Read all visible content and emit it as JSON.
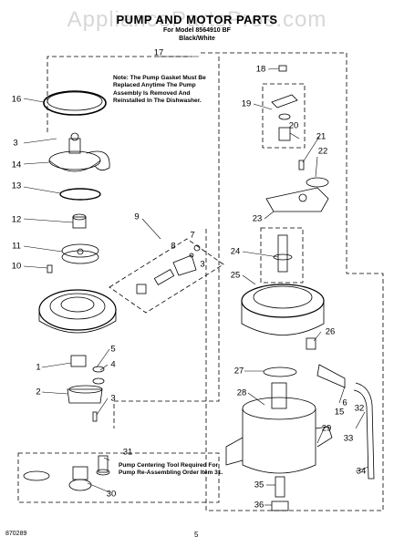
{
  "header": {
    "watermark": "AppliancePartsPros.com",
    "title": "PUMP AND MOTOR PARTS",
    "subtitle": "For Model 8564910 BF",
    "color": "Black/White"
  },
  "notes": {
    "gasket": "Note: The Pump Gasket Must Be Replaced Anytime The Pump Assembly Is Removed And Reinstalled In The Dishwasher.",
    "tool": "Pump Centering Tool Required For Pump Re-Assembling Order Item 31."
  },
  "callouts": {
    "c1": "1",
    "c2": "2",
    "c3a": "3",
    "c3b": "3",
    "c3c": "3",
    "c4": "4",
    "c5": "5",
    "c6": "6",
    "c7": "7",
    "c8": "8",
    "c9": "9",
    "c10": "10",
    "c11": "11",
    "c12": "12",
    "c13": "13",
    "c14": "14",
    "c15": "15",
    "c16": "16",
    "c17": "17",
    "c18": "18",
    "c19": "19",
    "c20": "20",
    "c21": "21",
    "c22": "22",
    "c23": "23",
    "c24": "24",
    "c25": "25",
    "c26": "26",
    "c27": "27",
    "c28": "28",
    "c29": "29",
    "c30": "30",
    "c31": "31",
    "c32": "32",
    "c33": "33",
    "c34": "34",
    "c35": "35",
    "c36": "36"
  },
  "footer": {
    "code": "870289",
    "page": "5"
  }
}
